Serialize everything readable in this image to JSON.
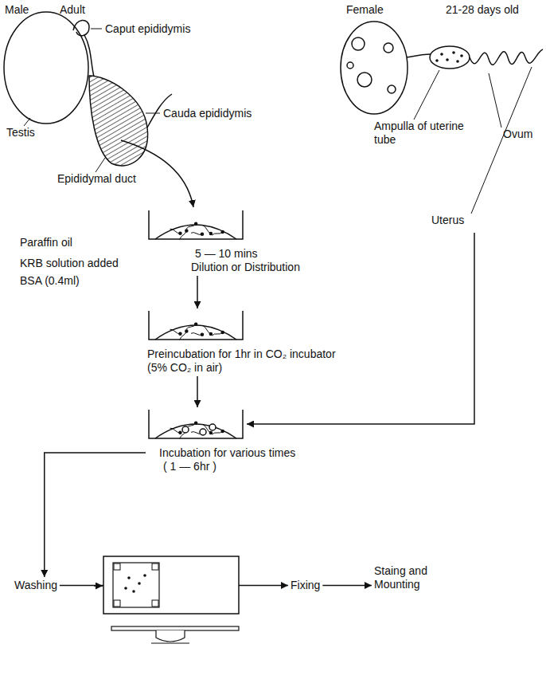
{
  "diagram": {
    "nodes": [
      {
        "text": [
          "5 — 10 mins",
          "Dilution or Distribution"
        ]
      },
      {
        "text": [
          "Preincubation for 1hr in CO₂ incubator (5% CO₂ in air)"
        ]
      },
      {
        "text": [
          "Incubation for various times",
          "( 1 — 6hr )"
        ]
      },
      {
        "text": [
          "Washing"
        ]
      },
      {
        "text": [
          "Fixing"
        ]
      },
      {
        "text": [
          "Staing and Mounting"
        ]
      }
    ],
    "edges": [
      {
        "from": 0,
        "to": 1,
        "arrow": "to"
      },
      {
        "from": 1,
        "to": 2,
        "arrow": "to"
      },
      {
        "from": 2,
        "to": 3,
        "arrow": "to"
      },
      {
        "from": 3,
        "to": 4,
        "arrow": "to"
      },
      {
        "from": 4,
        "to": 5,
        "arrow": "to"
      }
    ],
    "labels": [
      "Male",
      "Adult",
      "Female",
      "21-28 days old",
      "Caput epididymis",
      "Testis",
      "Cauda epididymis",
      "Epididymal duct",
      "Ampulla of uterine tube",
      "Ovum",
      "Uterus",
      "Paraffin oil",
      "KRB solution added",
      "BSA (0.4ml)"
    ]
  }
}
